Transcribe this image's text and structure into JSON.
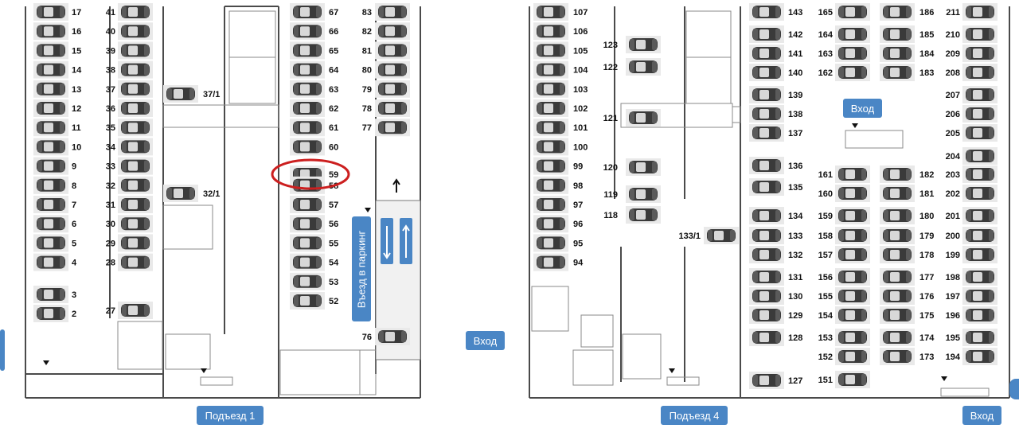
{
  "labels": {
    "entrance": "Вход",
    "entrance_parking": "Въезд в паркинг",
    "section_1": "Подъезд 1",
    "section_4": "Подъезд 4"
  },
  "highlighted_spot": "59",
  "spots": {
    "col_a": [
      "17",
      "16",
      "15",
      "14",
      "13",
      "12",
      "11",
      "10",
      "9",
      "8",
      "7",
      "6",
      "5",
      "4",
      "3",
      "2"
    ],
    "col_b": [
      "41",
      "40",
      "39",
      "38",
      "37",
      "36",
      "35",
      "34",
      "33",
      "32",
      "31",
      "30",
      "29",
      "28",
      "27"
    ],
    "col_c_extra": [
      "37/1",
      "32/1"
    ],
    "col_d": [
      "67",
      "66",
      "65",
      "64",
      "63",
      "62",
      "61",
      "60",
      "59",
      "58",
      "57",
      "56",
      "55",
      "54",
      "53",
      "52"
    ],
    "col_e": [
      "83",
      "82",
      "81",
      "80",
      "79",
      "78",
      "77",
      "76"
    ],
    "col_f": [
      "107",
      "106",
      "105",
      "104",
      "103",
      "102",
      "101",
      "100",
      "99",
      "98",
      "97",
      "96",
      "95",
      "94"
    ],
    "col_g": [
      "123",
      "122",
      "121",
      "120",
      "119",
      "118",
      "133/1"
    ],
    "col_h": [
      "143",
      "142",
      "141",
      "140",
      "139",
      "138",
      "137",
      "136",
      "135",
      "134",
      "133",
      "132",
      "131",
      "130",
      "129",
      "128",
      "127"
    ],
    "col_i": [
      "165",
      "164",
      "163",
      "162",
      "161",
      "160",
      "159",
      "158",
      "157",
      "156",
      "155",
      "154",
      "153",
      "152",
      "151"
    ],
    "col_j": [
      "186",
      "185",
      "184",
      "183",
      "182",
      "181",
      "180",
      "179",
      "178",
      "177",
      "176",
      "175",
      "174",
      "173"
    ],
    "col_k": [
      "211",
      "210",
      "209",
      "208",
      "207",
      "206",
      "205",
      "204",
      "203",
      "202",
      "201",
      "200",
      "199",
      "198",
      "197",
      "196",
      "195",
      "194"
    ]
  },
  "colors": {
    "button": "#4a86c5",
    "highlight": "#cc1f1f",
    "car": "#3a3a3a",
    "wall": "#4a4a4a"
  }
}
